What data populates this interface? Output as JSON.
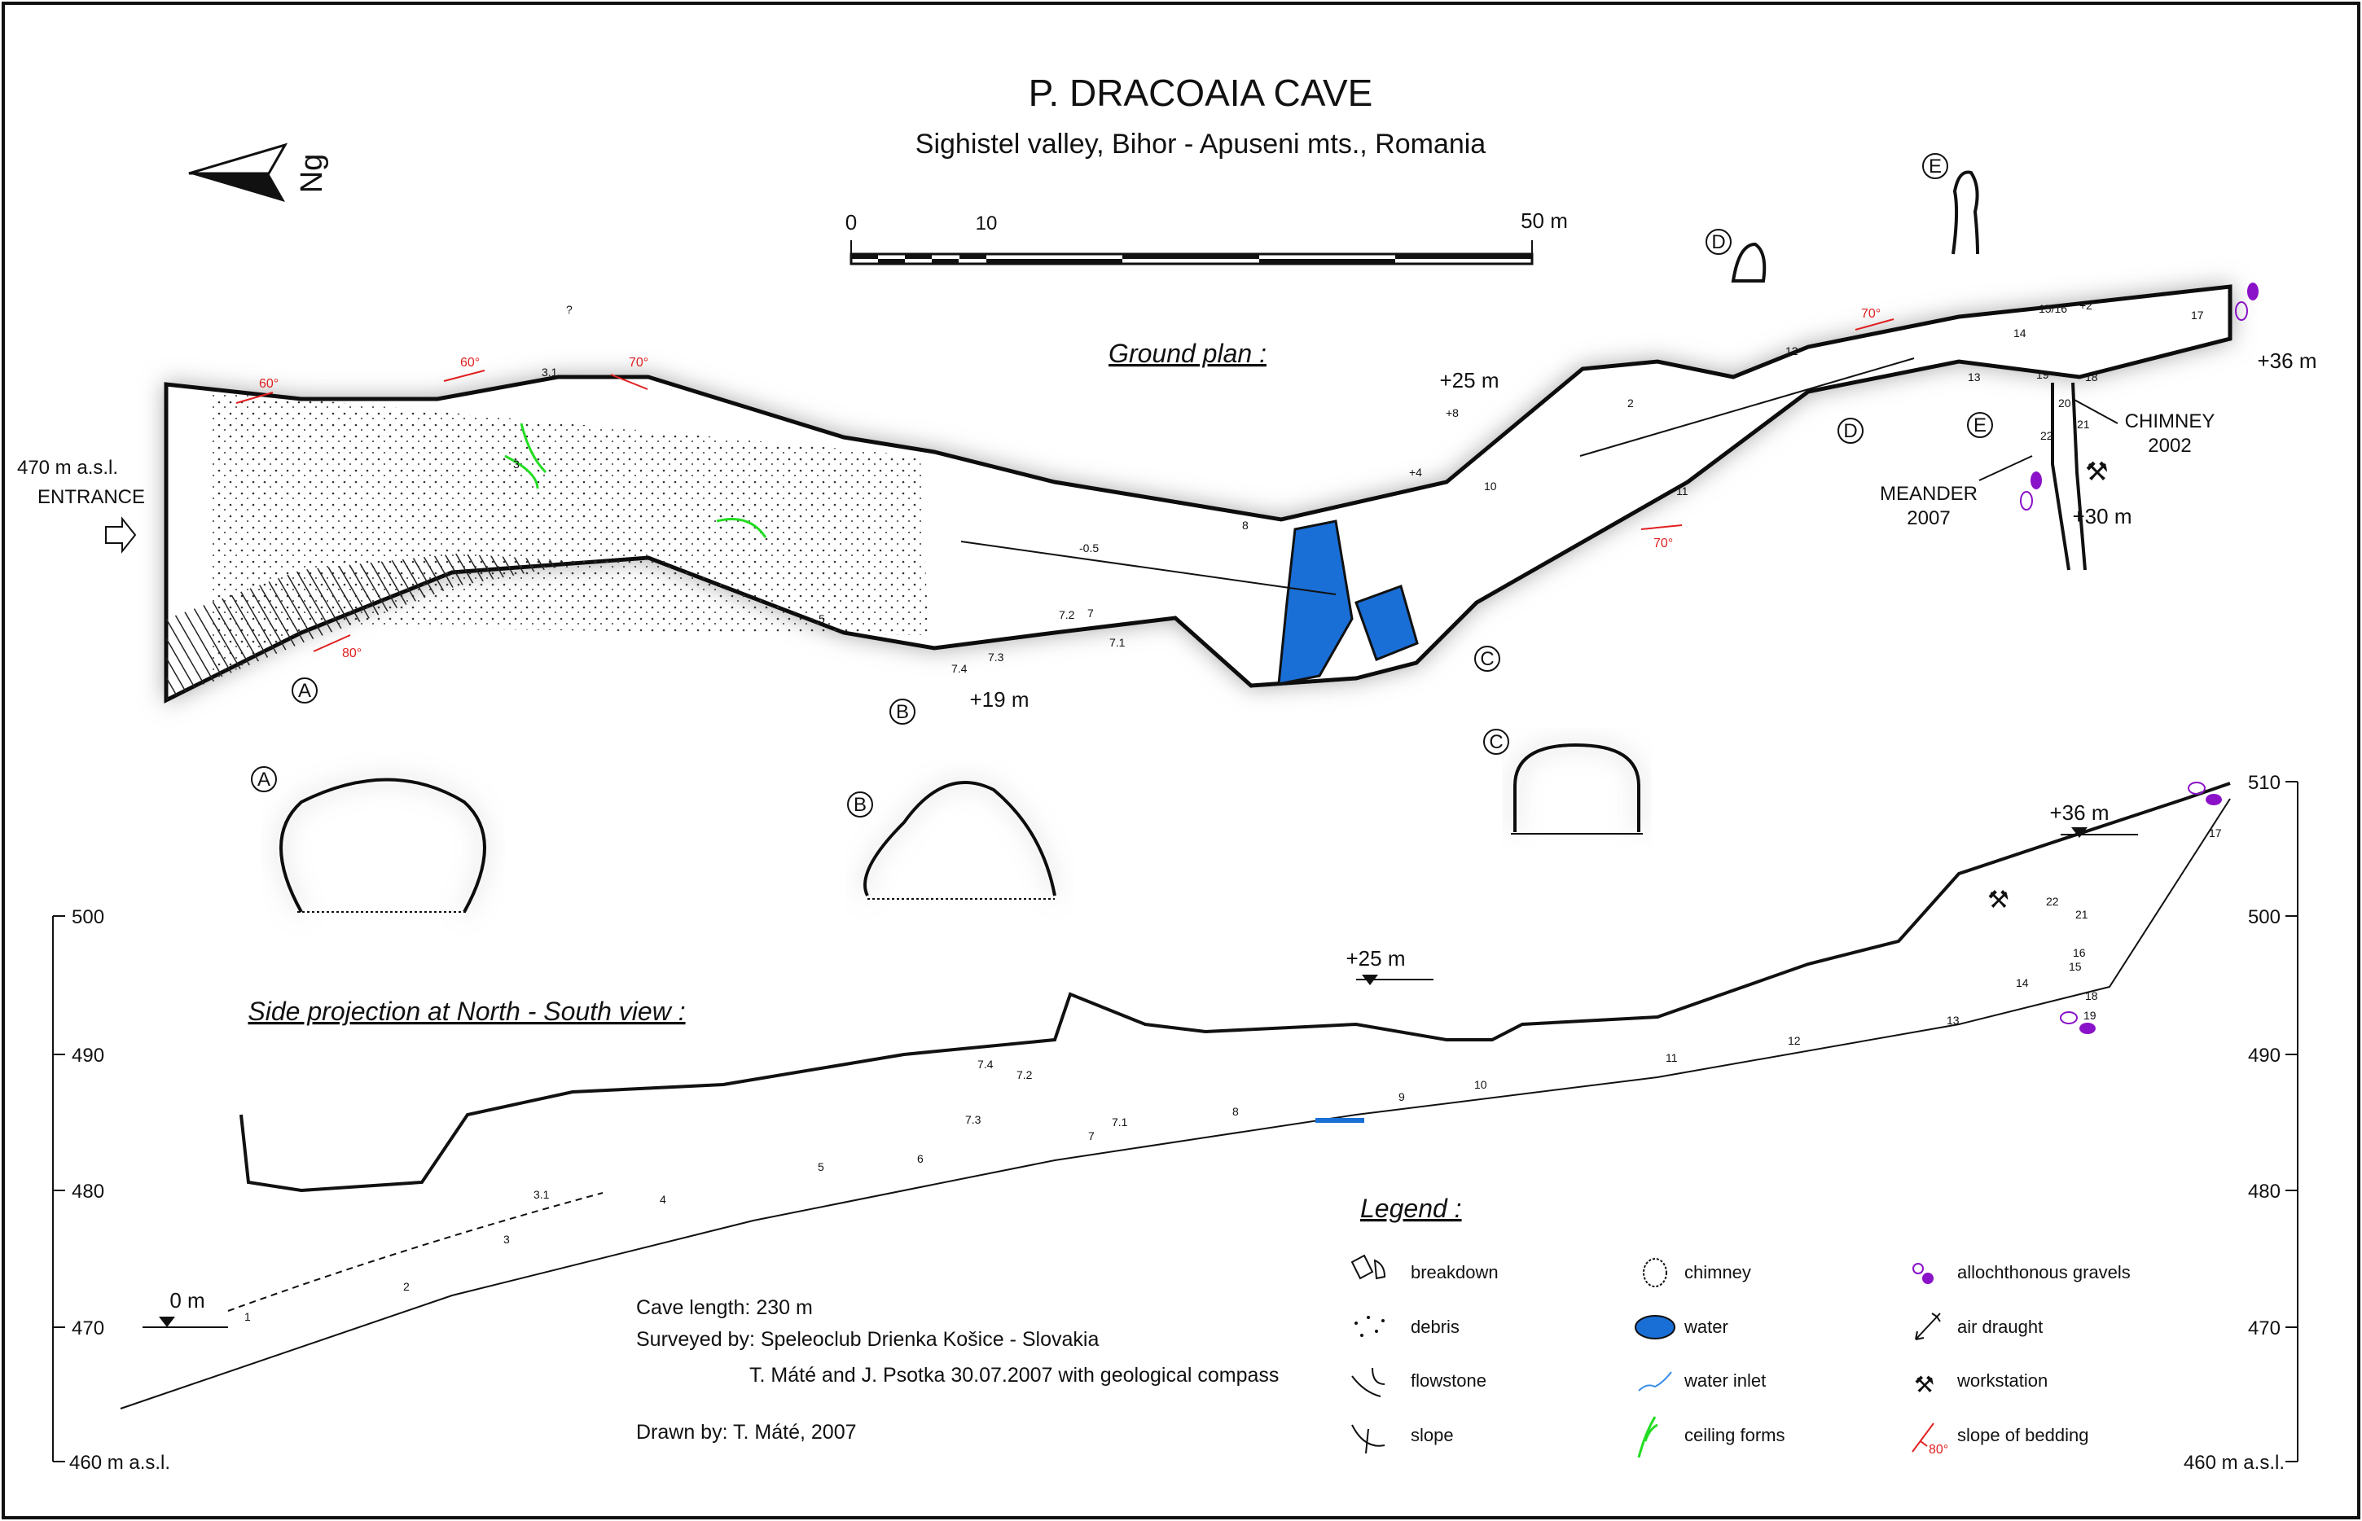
{
  "title": "P. DRACOAIA CAVE",
  "subtitle": "Sighistel valley, Bihor - Apuseni mts., Romania",
  "north_label": "Ng",
  "scale": {
    "zero": "0",
    "ten": "10",
    "fifty": "50 m"
  },
  "ground_plan": {
    "heading": "Ground plan :",
    "entrance_altitude": "470 m a.s.l.",
    "entrance": "ENTRANCE",
    "plus25": "+25 m",
    "plus19": "+19 m",
    "plus36": "+36 m",
    "plus30": "+30 m",
    "chimney": [
      "CHIMNEY",
      "2002"
    ],
    "meander": [
      "MEANDER",
      "2007"
    ],
    "sections": [
      "A",
      "B",
      "C",
      "D",
      "E"
    ],
    "bedding_angles": [
      "60°",
      "60°",
      "70°",
      "80°",
      "70°",
      "70°"
    ],
    "stations": [
      "3.1",
      "3",
      "5",
      "7.2",
      "7.3",
      "7.4",
      "7",
      "7.1",
      "-0.5",
      "8",
      "+4",
      "10",
      "+8",
      "2",
      "11",
      "12",
      "13",
      "14",
      "15/16",
      "+2",
      "17",
      "18",
      "19",
      "20",
      "21",
      "22",
      "?"
    ]
  },
  "side": {
    "heading": "Side projection at North - South view :",
    "zero": "0 m",
    "plus25": "+25 m",
    "plus36": "+36 m",
    "left_axis": [
      "500",
      "490",
      "480",
      "470",
      "460 m a.s.l."
    ],
    "right_axis": [
      "510",
      "500",
      "490",
      "480",
      "470",
      "460 m a.s.l."
    ],
    "stations": [
      "1",
      "2",
      "3",
      "3.1",
      "4",
      "5",
      "6",
      "7.4",
      "7.2",
      "7.3",
      "7",
      "7.1",
      "8",
      "9",
      "10",
      "11",
      "12",
      "13",
      "14",
      "15",
      "16",
      "17",
      "18",
      "19",
      "21",
      "22"
    ]
  },
  "info": {
    "length": "Cave length: 230 m",
    "surveyed": "Surveyed by: Speleoclub Drienka Košice - Slovakia",
    "surveyors": "T. Máté and J. Psotka 30.07.2007 with geological compass",
    "drawn": "Drawn by: T. Máté, 2007"
  },
  "legend": {
    "title": "Legend :",
    "items": [
      "breakdown",
      "debris",
      "flowstone",
      "slope",
      "chimney",
      "water",
      "water inlet",
      "ceiling forms",
      "allochthonous gravels",
      "air draught",
      "workstation",
      "slope of bedding"
    ],
    "bedding_example": "80°"
  },
  "colors": {
    "water": "#1a6fd6",
    "ceiling": "#22dd22",
    "gravel": "#8a12c8",
    "bedding": "#e02020",
    "inlet": "#3a8ee6"
  }
}
